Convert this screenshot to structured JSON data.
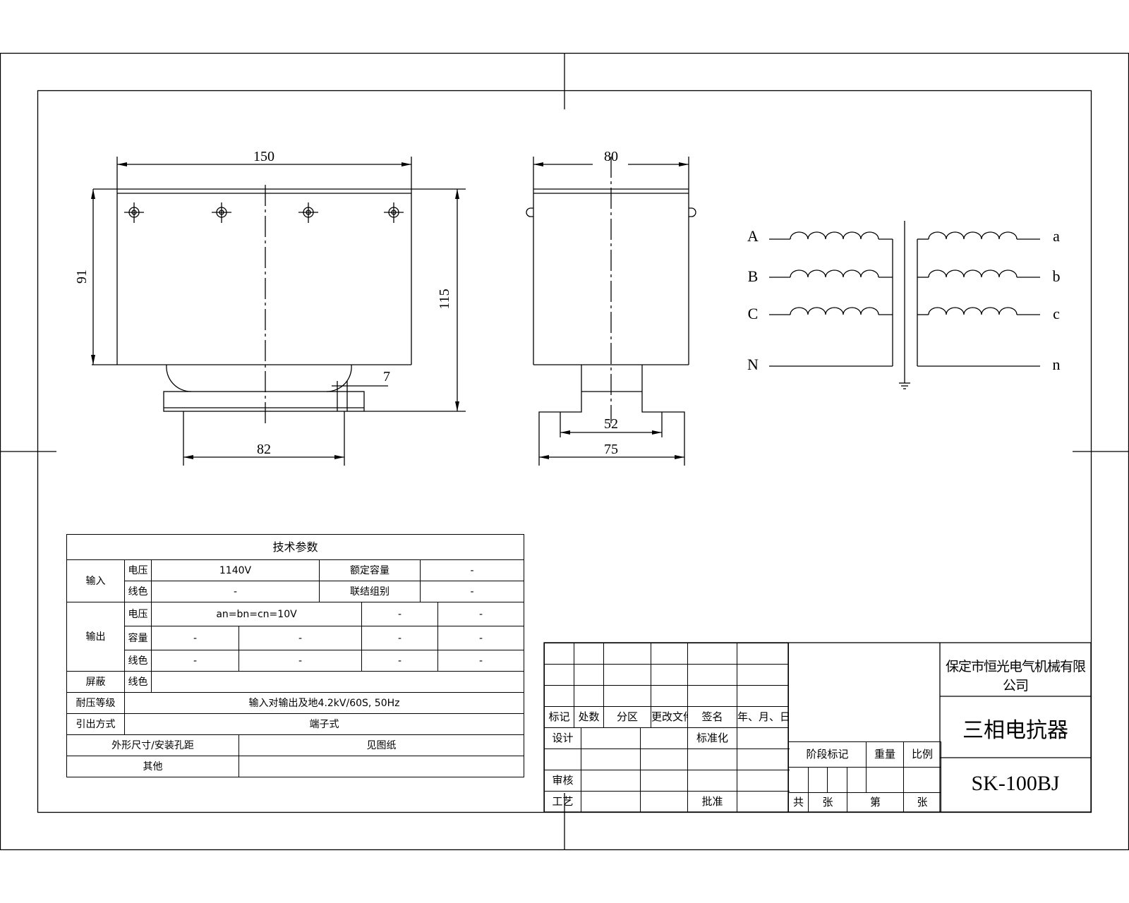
{
  "front_view": {
    "width": "150",
    "height": "91",
    "total_height": "115",
    "mount_spacing": "82",
    "foot_offset": "7"
  },
  "side_view": {
    "width": "80",
    "foot_inner": "52",
    "foot_outer": "75"
  },
  "schematic": {
    "primary_terminals": [
      "A",
      "B",
      "C",
      "N"
    ],
    "secondary_terminals": [
      "a",
      "b",
      "c",
      "n"
    ]
  },
  "tech_table": {
    "title": "技术参数",
    "input_label": "输入",
    "voltage_label": "电压",
    "input_voltage": "1140V",
    "rated_capacity_label": "额定容量",
    "rated_capacity": "-",
    "wire_color_label": "线色",
    "input_wire_color": "-",
    "connection_group_label": "联结组别",
    "connection_group": "-",
    "output_label": "输出",
    "output_voltage": "an=bn=cn=10V",
    "capacity_label": "容量",
    "dash": "-",
    "shield_label": "屏蔽",
    "withstand_label": "耐压等级",
    "withstand_value": "输入对输出及地4.2kV/60S, 50Hz",
    "lead_label": "引出方式",
    "lead_value": "端子式",
    "size_label": "外形尺寸/安装孔距",
    "size_value": "见图纸",
    "other_label": "其他"
  },
  "title_block": {
    "company": "保定市恒光电气机械有限公司",
    "product_name": "三相电抗器",
    "model": "SK-100BJ",
    "revision_headers": [
      "标记",
      "处数",
      "分区",
      "更改文件号",
      "签名",
      "年、月、日"
    ],
    "design_label": "设计",
    "standard_label": "标准化",
    "review_label": "审核",
    "process_label": "工艺",
    "approve_label": "批准",
    "stage_label": "阶段标记",
    "weight_label": "重量",
    "scale_label": "比例",
    "sheets_total_label": "共",
    "sheet_label": "张",
    "sheet_no_label": "第",
    "sheet_label2": "张"
  }
}
